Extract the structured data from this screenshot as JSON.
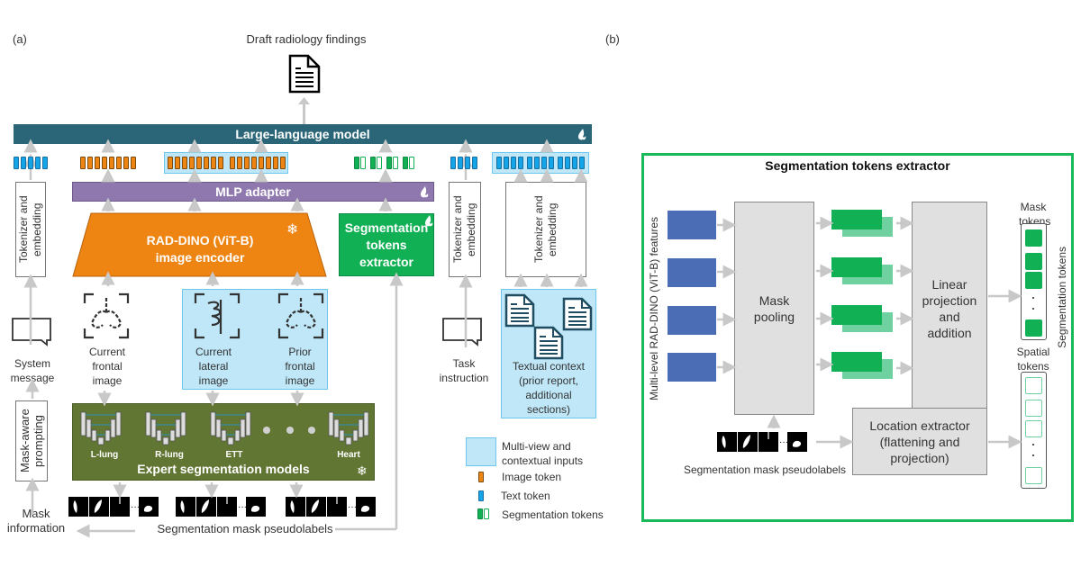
{
  "panel_a": {
    "letter": "(a)",
    "output_label": "Draft radiology findings",
    "llm_label": "Large-language model",
    "mlp_label": "MLP adapter",
    "encoder_label_line1": "RAD-DINO (ViT-B)",
    "encoder_label_line2": "image encoder",
    "seg_extractor_line1": "Segmentation",
    "seg_extractor_line2": "tokens",
    "seg_extractor_line3": "extractor",
    "tokenizer_label": "Tokenizer and embedding",
    "mask_prompting_label": "Mask-aware prompting",
    "inputs": [
      {
        "line1": "System",
        "line2": "message",
        "line3": ""
      },
      {
        "line1": "Current",
        "line2": "frontal",
        "line3": "image"
      },
      {
        "line1": "Current",
        "line2": "lateral",
        "line3": "image"
      },
      {
        "line1": "Prior",
        "line2": "frontal",
        "line3": "image"
      },
      {
        "line1": "Task",
        "line2": "instruction",
        "line3": ""
      }
    ],
    "textual_context": [
      "Textual context",
      "(prior report,",
      "additional",
      "sections)"
    ],
    "expert_title": "Expert segmentation models",
    "expert_models": [
      "L-lung",
      "R-lung",
      "ETT",
      "Heart"
    ],
    "mask_info_line1": "Mask",
    "mask_info_line2": "information",
    "pseudolabels_label": "Segmentation mask pseudolabels",
    "legend": {
      "multiview": [
        "Multi-view and",
        "contextual inputs"
      ],
      "image_token": "Image token",
      "text_token": "Text token",
      "seg_tokens": "Segmentation tokens"
    },
    "icons": {
      "trainable": "flame-icon",
      "frozen": "snowflake-icon"
    }
  },
  "panel_b": {
    "letter": "(b)",
    "title": "Segmentation tokens extractor",
    "features_label": "Multi-level RAD-DINO (ViT-B) features",
    "mask_pooling": [
      "Mask",
      "pooling"
    ],
    "linear_proj": [
      "Linear",
      "projection",
      "and",
      "addition"
    ],
    "location_extractor": [
      "Location extractor",
      "(flattening and",
      "projection)"
    ],
    "pseudolabels_label": "Segmentation mask pseudolabels",
    "mask_tokens": [
      "Mask",
      "tokens"
    ],
    "spatial_tokens": [
      "Spatial",
      "tokens"
    ],
    "seg_tokens_label": "Segmentation tokens"
  },
  "colors": {
    "llm": "#2a6677",
    "mlp": "#8e78ad",
    "encoder": "#ee8412",
    "seg_green": "#11b055",
    "expert_olive": "#627634",
    "light_blue": "#bfe7f8",
    "feature_blue": "#4a6db5",
    "text_token": "#14a5e8",
    "image_token": "#ee8412"
  }
}
